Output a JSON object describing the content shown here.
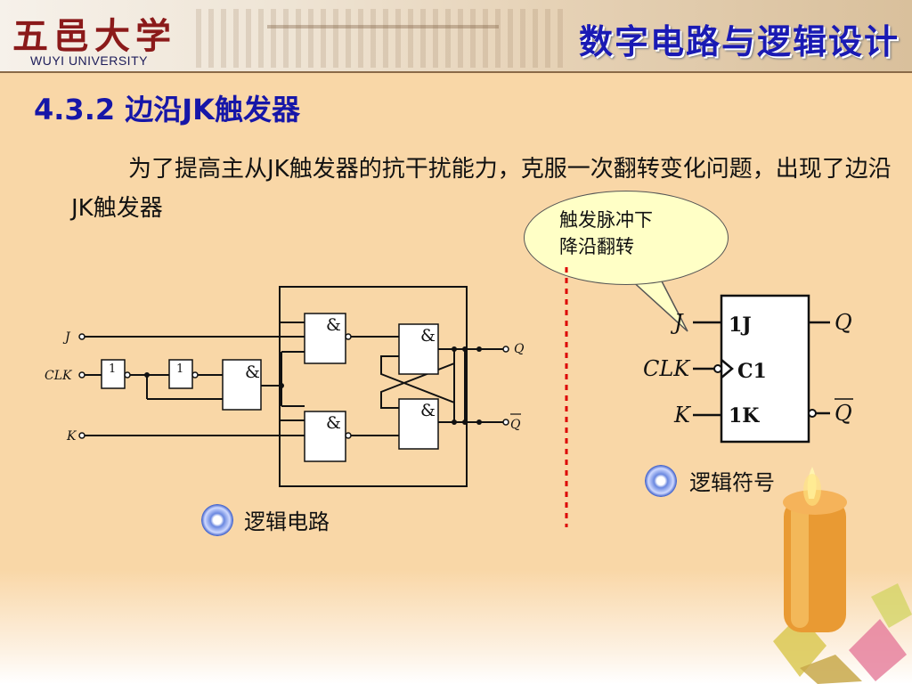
{
  "header": {
    "logo_cn": "五邑大学",
    "logo_en": "WUYI UNIVERSITY",
    "course_title": "数字电路与逻辑设计"
  },
  "section_title": "4.3.2 边沿JK触发器",
  "paragraph": "为了提高主从JK触发器的抗干扰能力，克服一次翻转变化问题，出现了边沿JK触发器",
  "callout": {
    "line1": "触发脉冲下",
    "line2": "降沿翻转"
  },
  "circuit": {
    "label_j": "J",
    "label_clk": "CLK",
    "label_k": "K",
    "label_q": "Q",
    "label_qbar": "Q",
    "gate_and": "&",
    "gate_not": "1",
    "caption": "逻辑电路"
  },
  "symbol": {
    "label_j": "J",
    "label_clk": "CLK",
    "label_k": "K",
    "label_q": "Q",
    "label_qbar": "Q",
    "pin_1j": "1J",
    "pin_c1": "C1",
    "pin_1k": "1K",
    "caption": "逻辑符号"
  },
  "colors": {
    "title_blue": "#1616a8",
    "logo_red": "#8b1a1a",
    "divider_red": "#dd0000",
    "bubble_fill": "#ffffc6"
  }
}
